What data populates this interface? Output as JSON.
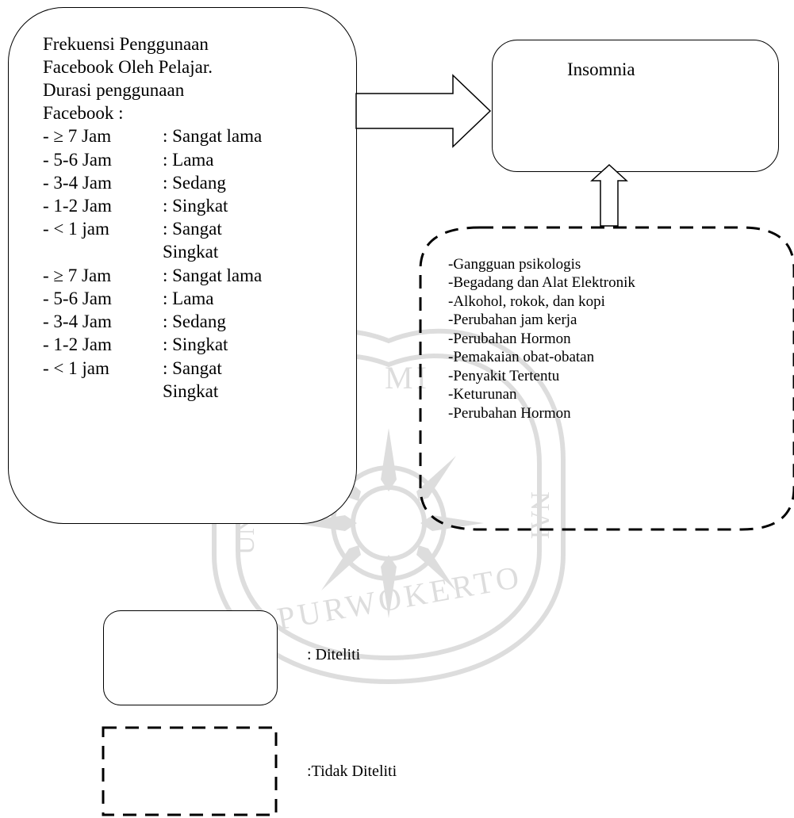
{
  "main": {
    "title_line1": "Frekuensi Penggunaan",
    "title_line2": "Facebook Oleh Pelajar.",
    "title_line3": "Durasi penggunaan",
    "title_line4": "Facebook :",
    "rows": [
      {
        "range": "- ≥ 7 Jam",
        "label": ": Sangat lama"
      },
      {
        "range": "-  5-6 Jam",
        "label": ": Lama"
      },
      {
        "range": "- 3-4 Jam",
        "label": ": Sedang"
      },
      {
        "range": "- 1-2 Jam",
        "label": ": Singkat"
      },
      {
        "range": "- < 1 jam",
        "label": ": Sangat",
        "label2": "Singkat"
      },
      {
        "range": "- ≥ 7 Jam",
        "label": ": Sangat lama"
      },
      {
        "range": "-  5-6 Jam",
        "label": ": Lama"
      },
      {
        "range": "- 3-4 Jam",
        "label": ": Sedang"
      },
      {
        "range": "- 1-2 Jam",
        "label": ": Singkat"
      },
      {
        "range": "- < 1 jam",
        "label": ": Sangat",
        "label2": "Singkat"
      }
    ]
  },
  "outcome": {
    "label": "Insomnia"
  },
  "factors": [
    "-Gangguan psikologis",
    "-Begadang dan Alat Elektronik",
    "-Alkohol, rokok, dan kopi",
    "-Perubahan jam kerja",
    "-Perubahan Hormon",
    "-Pemakaian obat-obatan",
    "-Penyakit Tertentu",
    "-Keturunan",
    "-Perubahan Hormon"
  ],
  "legend": {
    "studied": ": Diteliti",
    "not_studied": ":Tidak Diteliti"
  },
  "watermark": {
    "text_top": "MI",
    "text_bottom": "PURWOKERTO",
    "text_left": "UNI",
    "text_right": "NAI"
  }
}
